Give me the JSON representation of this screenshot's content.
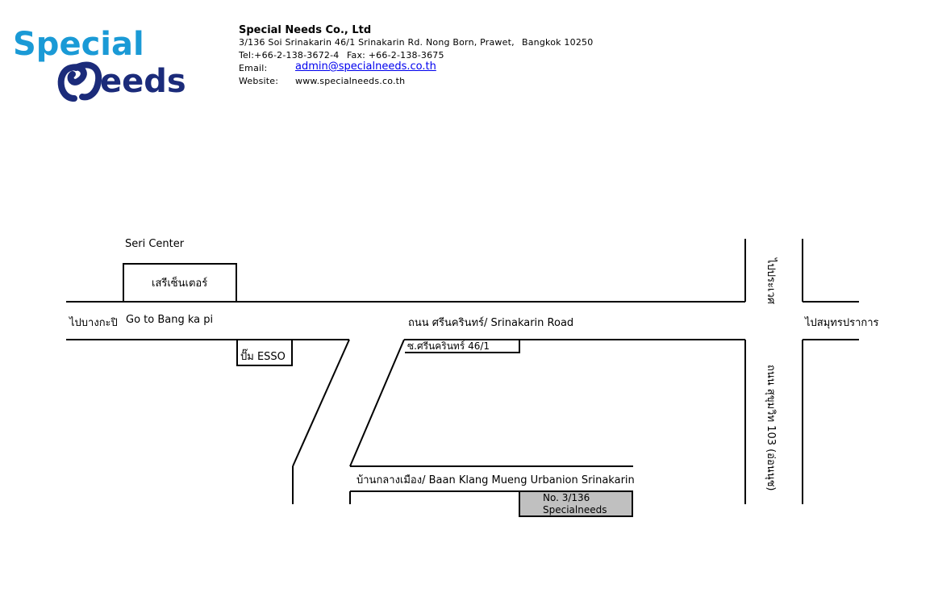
{
  "company": {
    "name": "Special Needs Co., Ltd",
    "address": "3/136 Soi Srinakarin 46/1 Srinakarin Rd. Nong Born, Prawet,",
    "city": "Bangkok 10250",
    "phone": "Tel:+66-2-138-3672-4",
    "fax": "Fax: +66-2-138-3675",
    "email_label": "Email:",
    "email": "admin@specialneeds.co.th",
    "website_label": "Website:",
    "website": "www.specialneeds.co.th"
  },
  "logo": {
    "word1": "Special",
    "word2": "eeds",
    "icon": "elephant-icon",
    "colors": {
      "light": "#1a9ad6",
      "dark": "#1b2b7a"
    }
  },
  "map": {
    "seri_center_en": "Seri Center",
    "seri_center_th": "เสรีเซ็นเตอร์",
    "to_bangkapi_th": "ไปบางกะปิ",
    "to_bangkapi_en": "Go to Bang ka pi",
    "srinakarin_road": "ถนน ศรีนครินทร์/ Srinakarin Road",
    "to_samutprakan_th": "ไปสมุทรปราการ",
    "to_prawet_th": "ไปประเวศ",
    "esso_station": "ปั๊ม ESSO",
    "soi_srinakarin": "ซ.ศรีนครินทร์ 46/1",
    "sukhumvit_road": "ถนน สุขุมวิท 103 (อ่อนนุช)",
    "village": "บ้านกลางเมือง/ Baan Klang Mueng Urbanion Srinakarin",
    "destination_line1": "No. 3/136",
    "destination_line2": "Specialneeds",
    "destination_fill": "#c0c0c0"
  }
}
